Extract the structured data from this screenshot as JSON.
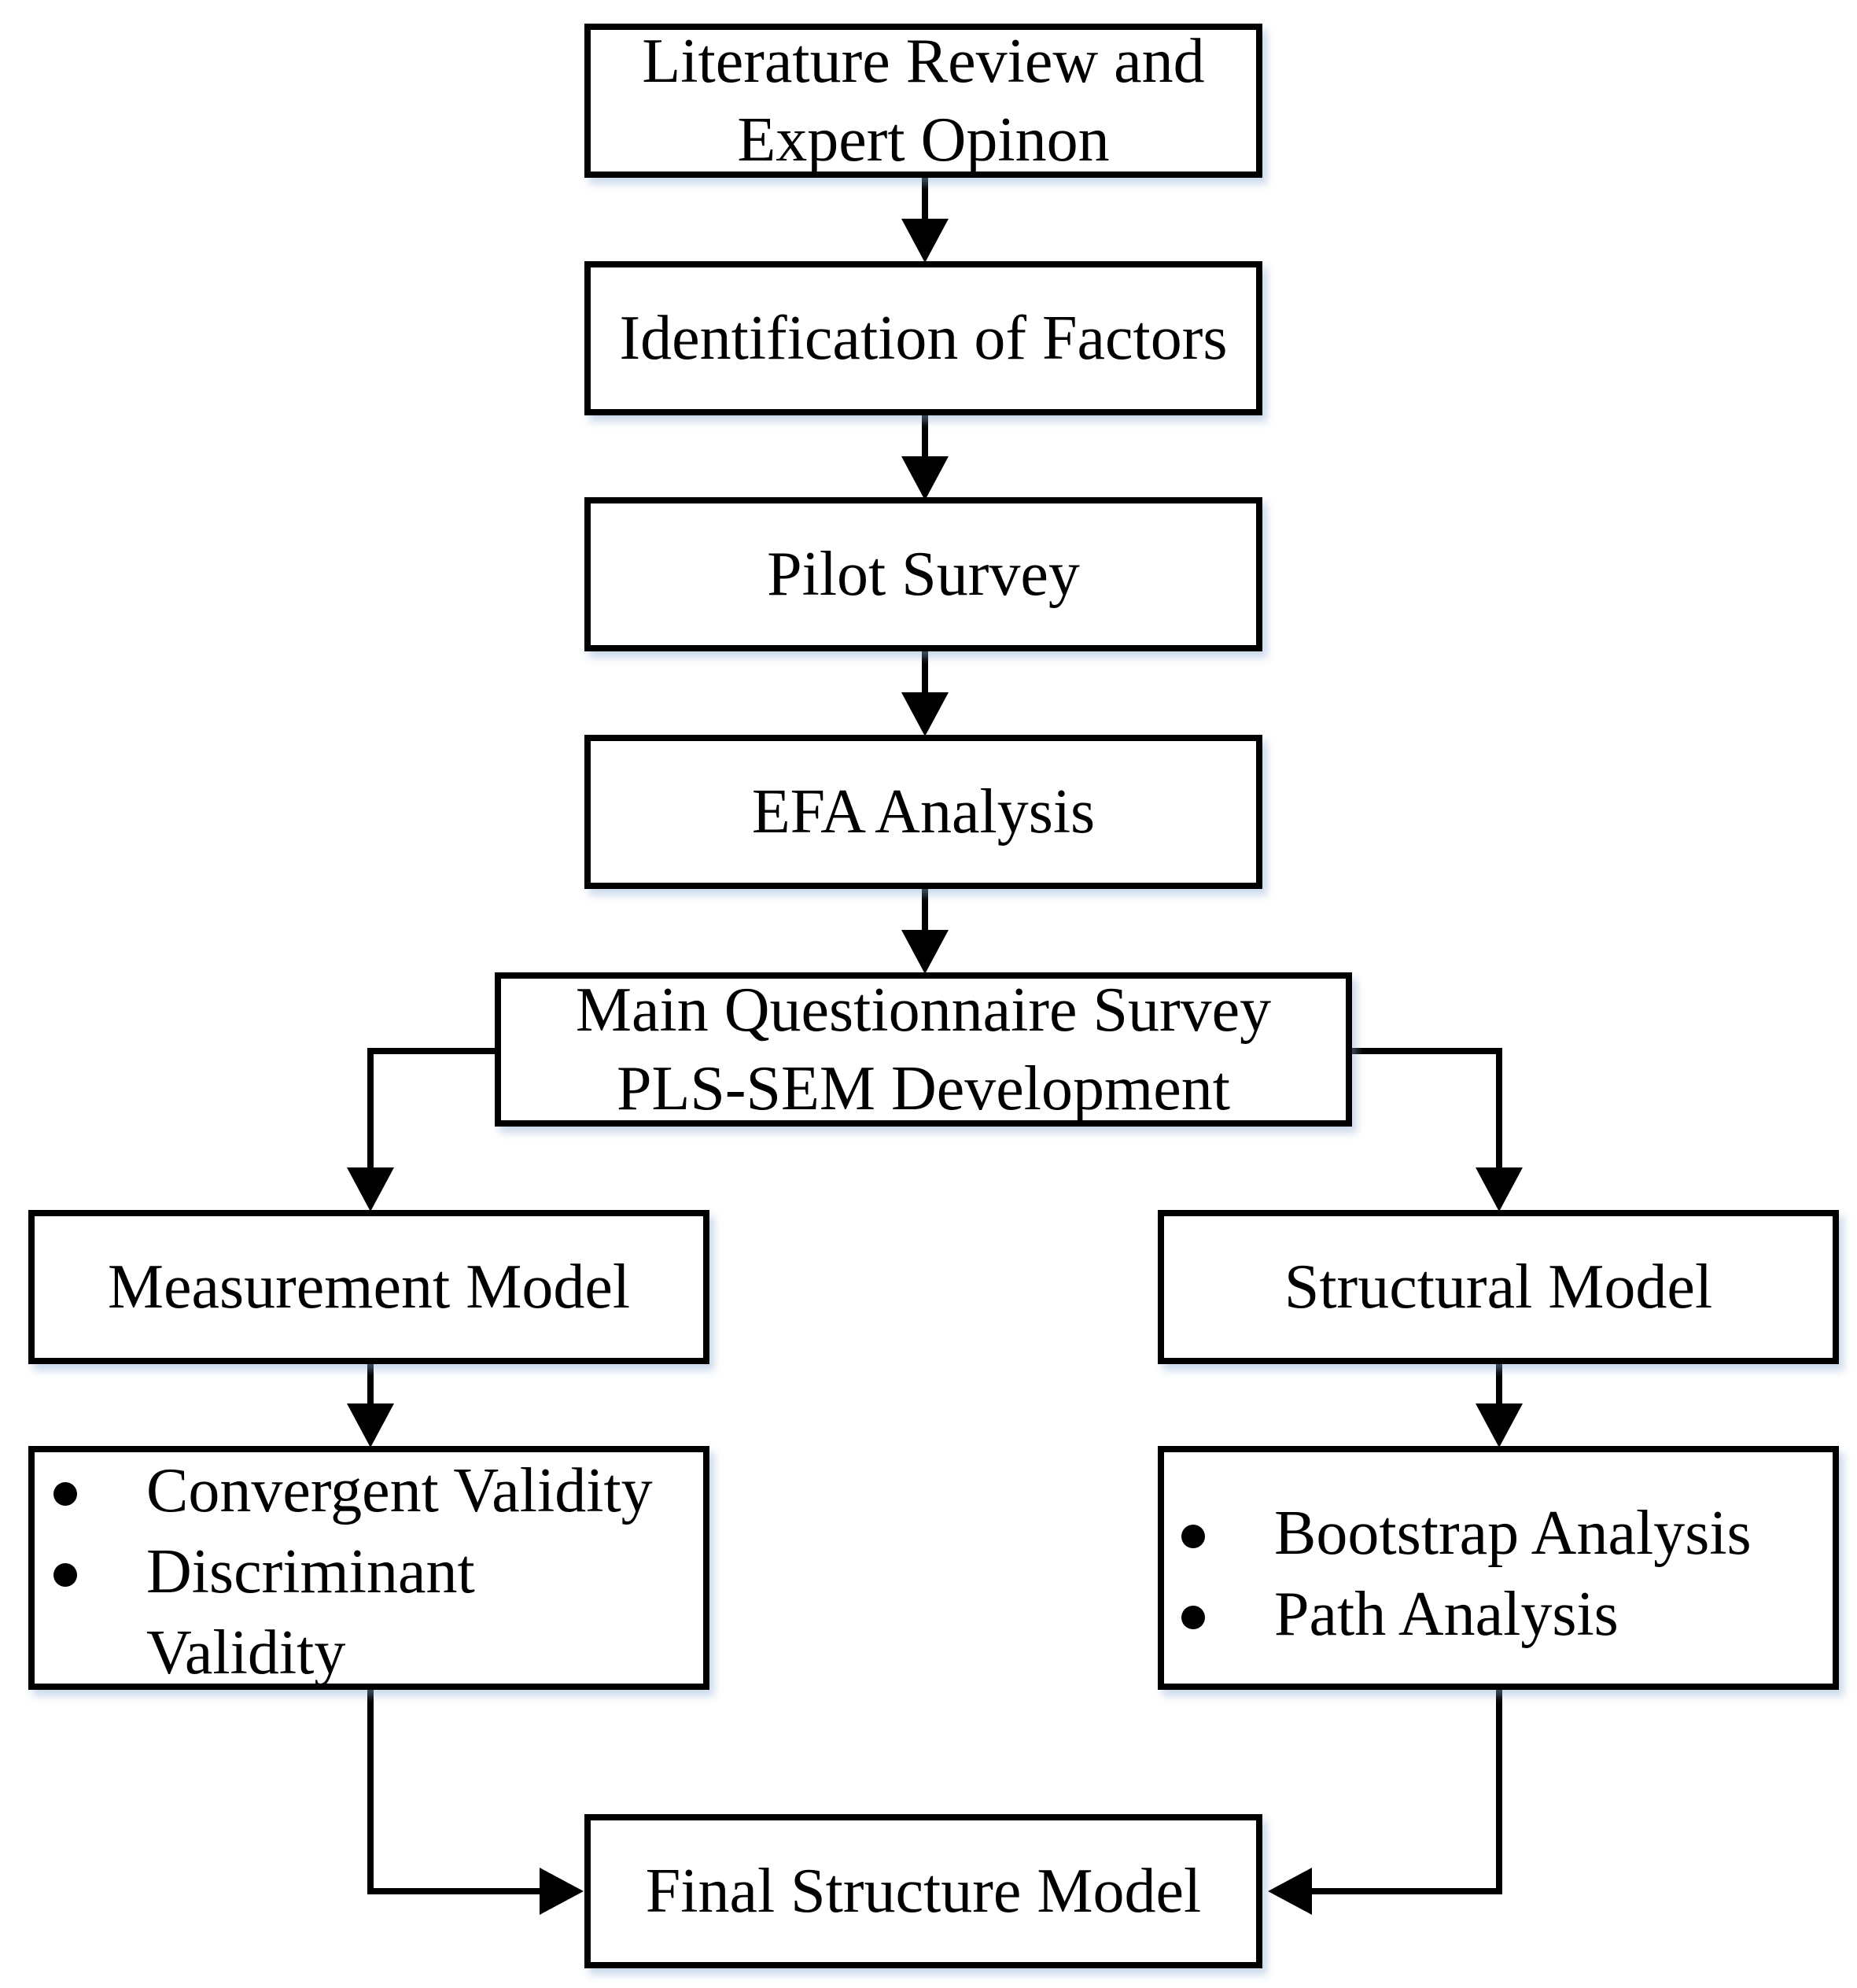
{
  "flowchart": {
    "step1_line1": "Literature Review and",
    "step1_line2": "Expert Opinon",
    "step2": "Identification of Factors",
    "step3": "Pilot Survey",
    "step4": "EFA Analysis",
    "step5_line1": "Main Questionnaire Survey",
    "step5_line2": "PLS-SEM Development",
    "measurement_model": "Measurement Model",
    "structural_model": "Structural Model",
    "measurement_items": {
      "item1": "Convergent Validity",
      "item2_line1": "Discriminant",
      "item2_line2": "Validity"
    },
    "structural_items": {
      "item1": "Bootstrap Analysis",
      "item2": "Path Analysis"
    },
    "final": "Final Structure Model"
  }
}
